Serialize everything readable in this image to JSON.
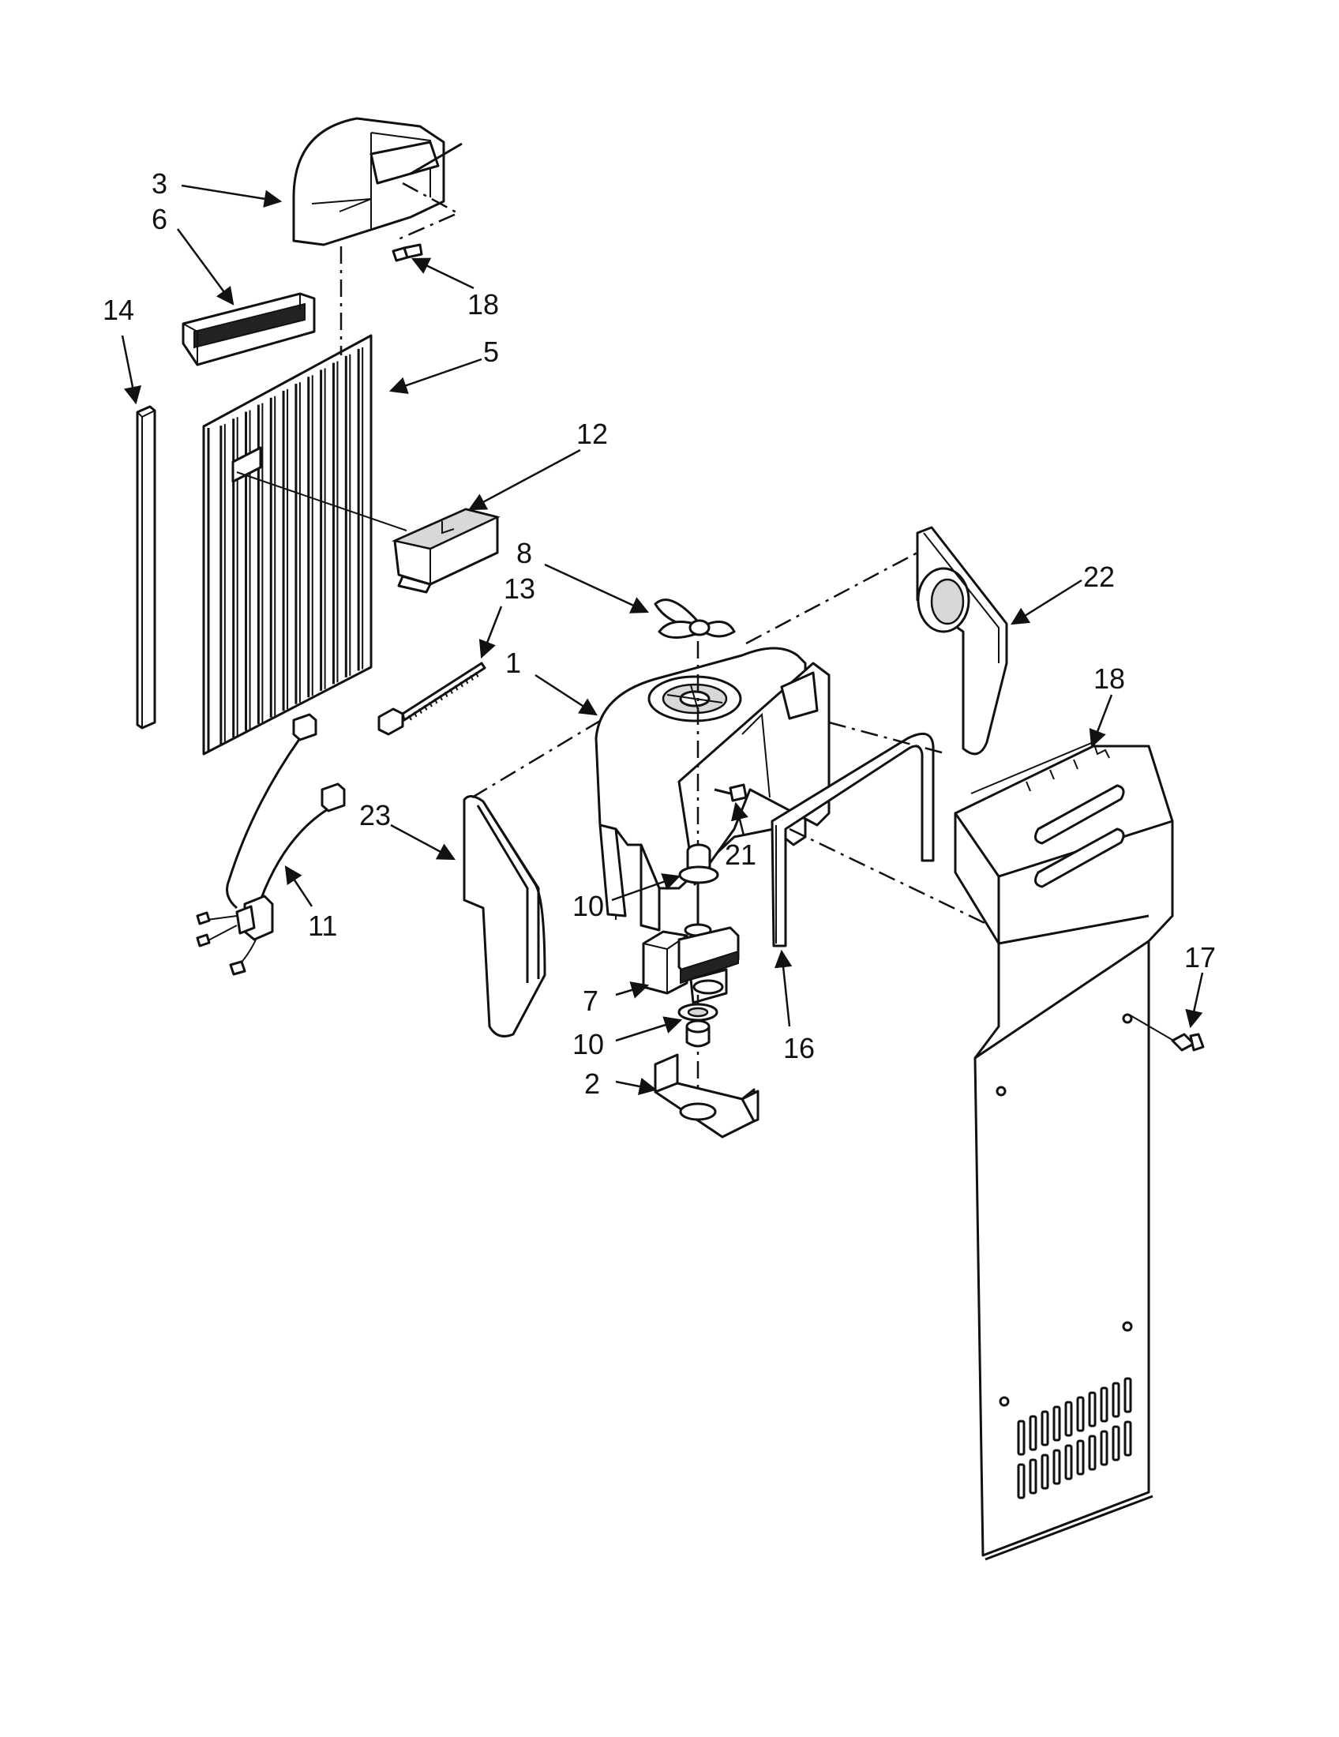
{
  "diagram": {
    "callouts": [
      {
        "id": "c1",
        "label": "1"
      },
      {
        "id": "c2",
        "label": "2"
      },
      {
        "id": "c3",
        "label": "3"
      },
      {
        "id": "c5",
        "label": "5"
      },
      {
        "id": "c6",
        "label": "6"
      },
      {
        "id": "c7",
        "label": "7"
      },
      {
        "id": "c8",
        "label": "8"
      },
      {
        "id": "c10a",
        "label": "10"
      },
      {
        "id": "c10b",
        "label": "10"
      },
      {
        "id": "c11",
        "label": "11"
      },
      {
        "id": "c12",
        "label": "12"
      },
      {
        "id": "c13",
        "label": "13"
      },
      {
        "id": "c14",
        "label": "14"
      },
      {
        "id": "c16",
        "label": "16"
      },
      {
        "id": "c17",
        "label": "17"
      },
      {
        "id": "c18a",
        "label": "18"
      },
      {
        "id": "c18b",
        "label": "18"
      },
      {
        "id": "c21",
        "label": "21"
      },
      {
        "id": "c22",
        "label": "22"
      },
      {
        "id": "c23",
        "label": "23"
      }
    ],
    "colors": {
      "ink": "#111111",
      "paper": "#ffffff",
      "shade": "#d8d8d8"
    }
  }
}
